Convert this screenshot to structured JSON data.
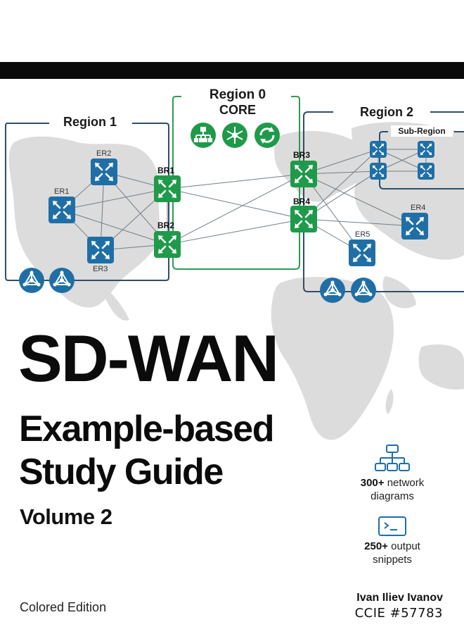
{
  "cover": {
    "title": "SD-WAN",
    "subtitle_line1": "Example-based",
    "subtitle_line2": "Study Guide",
    "volume": "Volume 2",
    "edition": "Colored Edition",
    "author_name": "Ivan Iliev Ivanov",
    "author_cert": "CCIE #57783"
  },
  "features": [
    {
      "count": "300+",
      "text_1": "network",
      "text_2": "diagrams",
      "icon": "hierarchy-diagram-icon"
    },
    {
      "count": "250+",
      "text_1": "output",
      "text_2": "snippets",
      "icon": "terminal-icon"
    }
  ],
  "diagram": {
    "regions": [
      {
        "name": "Region 1"
      },
      {
        "name": "Region 0",
        "subname": "CORE"
      },
      {
        "name": "Region 2"
      }
    ],
    "subregion": "Sub-Region",
    "devices": [
      {
        "id": "ER1",
        "role": "edge-router",
        "color": "#1f6fa6"
      },
      {
        "id": "ER2",
        "role": "edge-router",
        "color": "#1f6fa6"
      },
      {
        "id": "ER3",
        "role": "edge-router",
        "color": "#1f6fa6"
      },
      {
        "id": "BR1",
        "role": "border-router",
        "color": "#1f9a4a"
      },
      {
        "id": "BR2",
        "role": "border-router",
        "color": "#1f9a4a"
      },
      {
        "id": "BR3",
        "role": "border-router",
        "color": "#1f9a4a"
      },
      {
        "id": "BR4",
        "role": "border-router",
        "color": "#1f9a4a"
      },
      {
        "id": "ER4",
        "role": "edge-router",
        "color": "#1f6fa6"
      },
      {
        "id": "ER5",
        "role": "edge-router",
        "color": "#1f6fa6"
      }
    ],
    "colors": {
      "edge": "#1f6fa6",
      "border": "#1f9a4a",
      "region_outline_blue": "#2f4f6a",
      "region_outline_green": "#2f9a53",
      "map": "#d9d9d9"
    }
  }
}
